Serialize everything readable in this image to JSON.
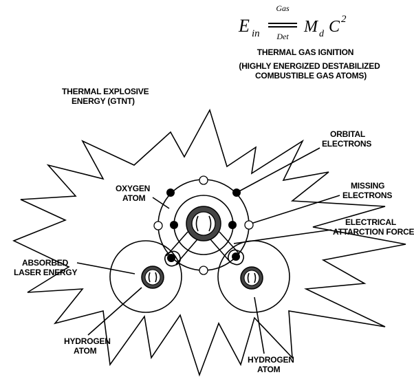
{
  "equation": {
    "lhs": "E",
    "lhs_sub": "in",
    "over": "Gas",
    "under": "Det",
    "rhs_m": "M",
    "rhs_sub": "d",
    "rhs_c": "C",
    "rhs_exp": "2"
  },
  "title": {
    "line1": "THERMAL GAS IGNITION",
    "line2": "(HIGHLY ENERGIZED DESTABILIZED",
    "line3": "COMBUSTIBLE GAS ATOMS)"
  },
  "labels": {
    "explosive": [
      "THERMAL EXPLOSIVE",
      "ENERGY (GTNT)"
    ],
    "orbital": [
      "ORBITAL",
      "ELECTRONS"
    ],
    "oxygen": [
      "OXYGEN",
      "ATOM"
    ],
    "missing": [
      "MISSING",
      "ELECTRONS"
    ],
    "attraction": [
      "ELECTRICAL",
      "ATTARCTION FORCE"
    ],
    "laser": [
      "ABSORBED",
      "LASER ENERGY"
    ],
    "hydrogen_left": [
      "HYDROGEN",
      "ATOM"
    ],
    "hydrogen_right": [
      "HYDROGEN",
      "ATOM"
    ]
  }
}
